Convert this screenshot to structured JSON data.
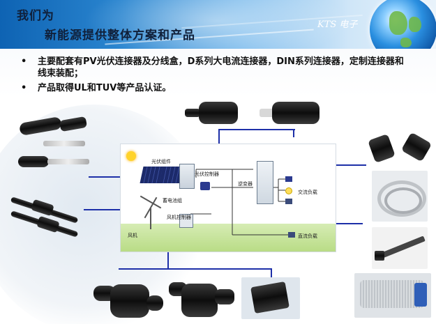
{
  "header": {
    "title_line1": "我们为",
    "title_line2": "新能源提供整体方案和产品",
    "brand": "KTS 电子"
  },
  "bullets": [
    {
      "marker": "•",
      "text": "主要配套有PV光伏连接器及分线盒，D系列大电流连接器，DIN系列连接器，定制连接器和线束装配；"
    },
    {
      "marker": "•",
      "text": "产品取得UL和TUV等产品认证。"
    }
  ],
  "diagram": {
    "pv_module": "光伏组件",
    "pv_controller": "光伏控制器",
    "battery": "蓄电池组",
    "wind_controller": "风机控制器",
    "wind_turbine": "风机",
    "inverter": "逆变器",
    "ac_load": "交流负载",
    "dc_load": "直流负载"
  },
  "colors": {
    "header_start": "#0e63b3",
    "header_end": "#e9f3fb",
    "callout_line": "#1d2fa8",
    "connector": "#111111"
  },
  "icons": {
    "globe": "globe-icon",
    "sun": "sun-icon",
    "wind": "wind-turbine-icon"
  }
}
